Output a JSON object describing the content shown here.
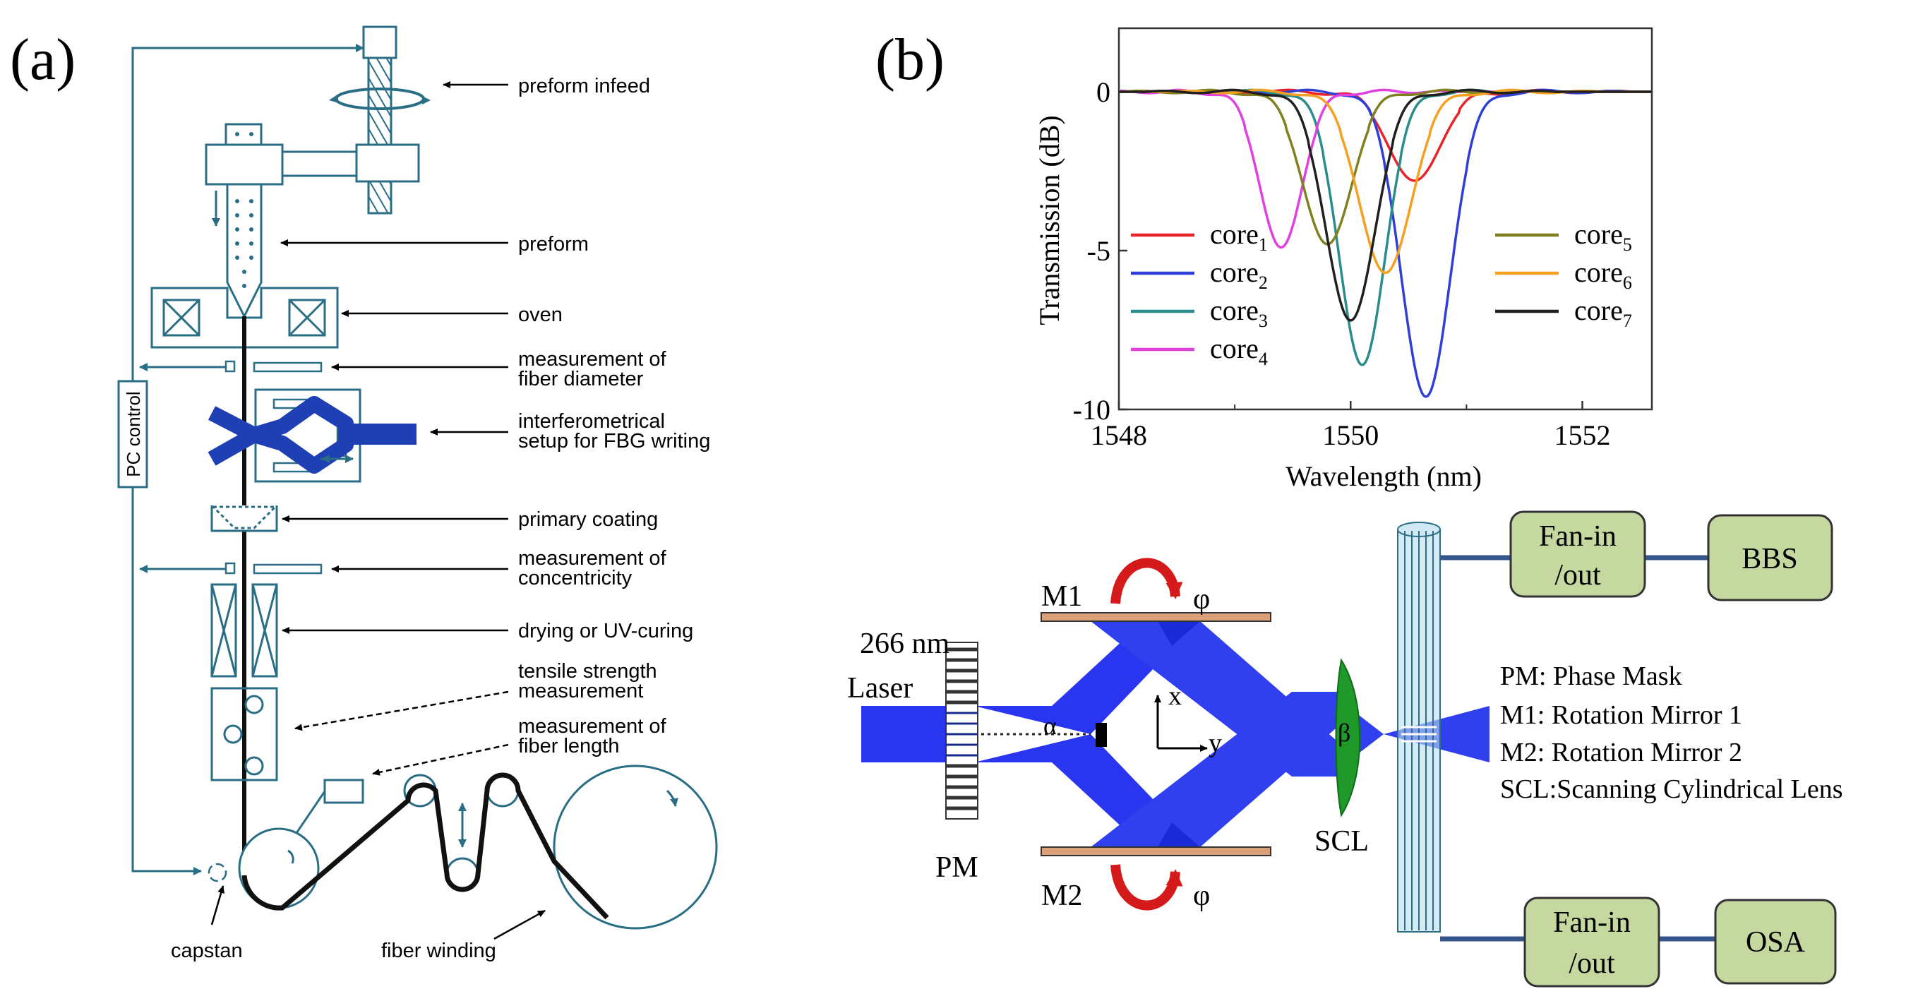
{
  "panel_a": {
    "label": "(a)",
    "pc_control": "PC control",
    "labels": {
      "preform_infeed": "preform infeed",
      "preform": "preform",
      "oven": "oven",
      "diameter_1": "measurement of",
      "diameter_2": "fiber diameter",
      "fbg_1": "interferometrical",
      "fbg_2": "setup for FBG writing",
      "primary_coating": "primary coating",
      "concentricity_1": "measurement of",
      "concentricity_2": "concentricity",
      "drying": "drying or UV-curing",
      "tensile_1": "tensile strength",
      "tensile_2": "measurement",
      "length_1": "measurement of",
      "length_2": "fiber length",
      "capstan": "capstan",
      "fiber_winding": "fiber winding"
    }
  },
  "panel_b": {
    "label": "(b)"
  },
  "chart_data": {
    "type": "line",
    "xlabel": "Wavelength (nm)",
    "ylabel": "Transmission (dB)",
    "xlim": [
      1548,
      1552.6
    ],
    "ylim": [
      -10,
      2
    ],
    "x_ticks": [
      "1548",
      "1550",
      "1552"
    ],
    "y_ticks": [
      "0",
      "-5",
      "-10"
    ],
    "legend_position": "inside-lower",
    "series": [
      {
        "name": "core",
        "sub": "1",
        "color": "#e8242a",
        "center": 1550.55,
        "depth": -2.8,
        "width": 0.32
      },
      {
        "name": "core",
        "sub": "2",
        "color": "#2f3fd8",
        "center": 1550.65,
        "depth": -9.6,
        "width": 0.3
      },
      {
        "name": "core",
        "sub": "3",
        "color": "#2a8c8c",
        "center": 1550.1,
        "depth": -8.6,
        "width": 0.28
      },
      {
        "name": "core",
        "sub": "4",
        "color": "#e040e0",
        "center": 1549.4,
        "depth": -4.9,
        "width": 0.26
      },
      {
        "name": "core",
        "sub": "5",
        "color": "#808020",
        "center": 1549.8,
        "depth": -4.8,
        "width": 0.3
      },
      {
        "name": "core",
        "sub": "6",
        "color": "#f5a020",
        "center": 1550.3,
        "depth": -5.7,
        "width": 0.32
      },
      {
        "name": "core",
        "sub": "7",
        "color": "#202020",
        "center": 1550.0,
        "depth": -7.2,
        "width": 0.3
      }
    ]
  },
  "setup": {
    "laser_1": "266 nm",
    "laser_2": "Laser",
    "pm": "PM",
    "m1": "M1",
    "m2": "M2",
    "phi_top": "φ",
    "phi_bottom": "φ",
    "alpha": "α",
    "beta": "β",
    "axis_x": "x",
    "axis_y": "y",
    "scl": "SCL",
    "fanin_top_1": "Fan-in",
    "fanin_top_2": "/out",
    "fanin_bottom_1": "Fan-in",
    "fanin_bottom_2": "/out",
    "bbs": "BBS",
    "osa": "OSA",
    "legend": [
      "PM: Phase Mask",
      "M1: Rotation Mirror 1",
      "M2: Rotation Mirror 2",
      "SCL:Scanning Cylindrical Lens"
    ]
  }
}
